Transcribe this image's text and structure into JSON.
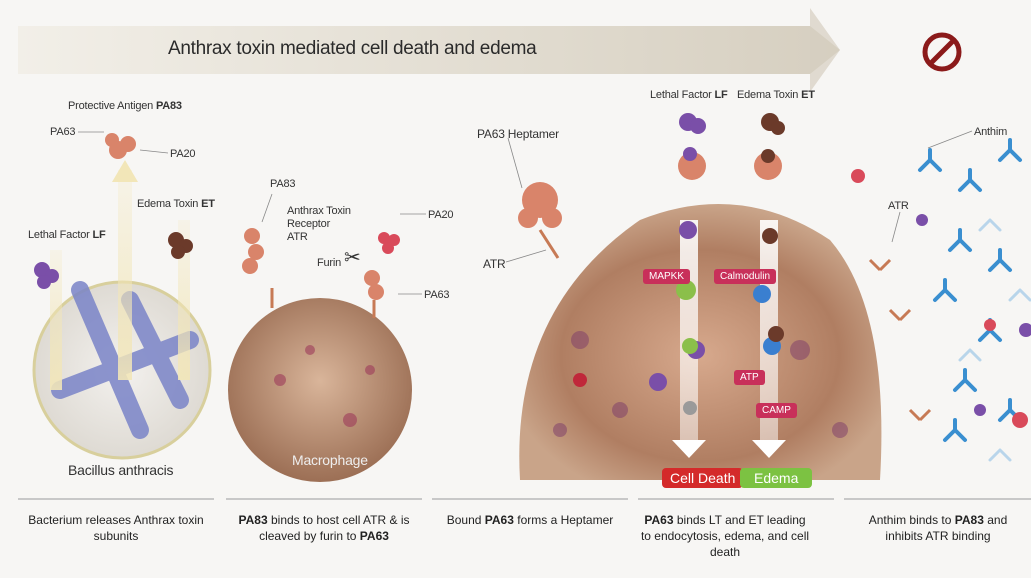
{
  "title": "Anthrax toxin mediated cell death and edema",
  "panel1": {
    "protective_antigen": "Protective Antigen",
    "protective_antigen_bold": "PA83",
    "pa63": "PA63",
    "pa20": "PA20",
    "lethal_factor": "Lethal Factor",
    "lethal_factor_bold": "LF",
    "edema_toxin": "Edema Toxin",
    "edema_toxin_bold": "ET",
    "bacillus": "Bacillus anthracis"
  },
  "panel2": {
    "pa83": "PA83",
    "receptor": [
      "Anthrax Toxin",
      "Receptor",
      "ATR"
    ],
    "furin": "Furin",
    "pa20": "PA20",
    "pa63": "PA63",
    "macrophage": "Macrophage"
  },
  "panel3": {
    "heptamer": "PA63 Heptamer",
    "atr": "ATR"
  },
  "panel4": {
    "lethal_factor": "Lethal Factor",
    "lethal_factor_bold": "LF",
    "edema_toxin": "Edema Toxin",
    "edema_toxin_bold": "ET",
    "mapkk": "MAPKK",
    "calmodulin": "Calmodulin",
    "atp": "ATP",
    "camp": "CAMP",
    "cell_death": "Cell Death",
    "edema": "Edema"
  },
  "panel5": {
    "anthim": "Anthim",
    "atr": "ATR"
  },
  "captions": {
    "c1": "Bacterium releases Anthrax toxin subunits",
    "c2_pre": "PA83",
    "c2_mid": " binds to host cell ATR & is cleaved by furin to ",
    "c2_post": "PA63",
    "c3_pre": "Bound ",
    "c3_bold": "PA63",
    "c3_post": " forms a Heptamer",
    "c4_bold": "PA63",
    "c4_rest": " binds LT and ET leading to endocytosis, edema, and cell death",
    "c5_pre": "Anthim binds to ",
    "c5_bold": "PA83",
    "c5_post": " and inhibits ATR binding"
  },
  "colors": {
    "arrow": "#e4ded2",
    "cell_death": "#d42a2a",
    "edema": "#7cc242",
    "prohibit": "#8b1a1a",
    "pill": "#c8305a",
    "lf_protein": "#7a4fa8",
    "et_protein": "#6b3a2a",
    "pa_protein": "#d9846a",
    "antibody": "#3a8fd0"
  }
}
